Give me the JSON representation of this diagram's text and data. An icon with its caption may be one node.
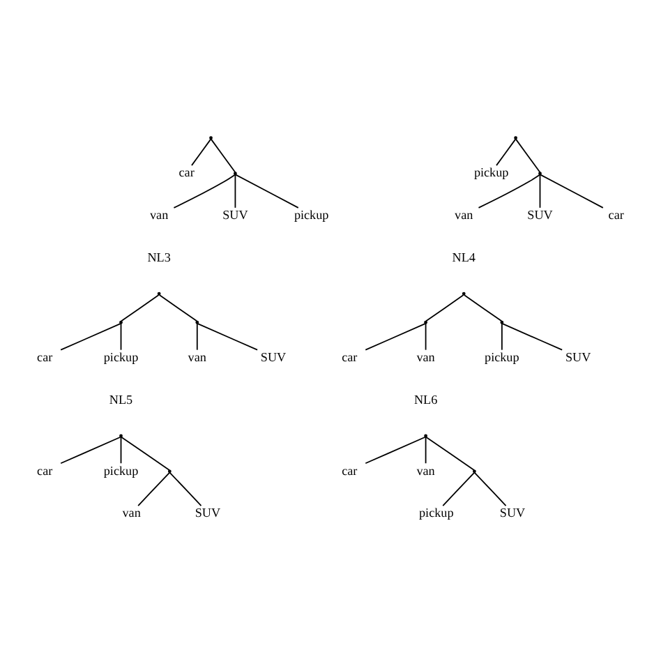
{
  "diagram": {
    "nodes": [
      {
        "text": [],
        "shape": "point"
      },
      {
        "text": [
          "car"
        ]
      },
      {
        "text": [],
        "shape": "point"
      },
      {
        "text": [
          "van"
        ]
      },
      {
        "text": [
          "SUV"
        ]
      },
      {
        "text": [
          "pickup"
        ]
      },
      {
        "text": [],
        "shape": "point"
      },
      {
        "text": [
          "pickup"
        ]
      },
      {
        "text": [],
        "shape": "point"
      },
      {
        "text": [
          "van"
        ]
      },
      {
        "text": [
          "SUV"
        ]
      },
      {
        "text": [
          "car"
        ]
      },
      {
        "text": [],
        "shape": "point",
        "beside": [
          "NL3"
        ]
      },
      {
        "text": [],
        "shape": "point"
      },
      {
        "text": [],
        "shape": "point"
      },
      {
        "text": [
          "car"
        ]
      },
      {
        "text": [
          "pickup"
        ]
      },
      {
        "text": [
          "van"
        ]
      },
      {
        "text": [
          "SUV"
        ]
      },
      {
        "text": [],
        "shape": "point",
        "beside": [
          "NL4"
        ]
      },
      {
        "text": [],
        "shape": "point"
      },
      {
        "text": [],
        "shape": "point"
      },
      {
        "text": [
          "car"
        ]
      },
      {
        "text": [
          "van"
        ]
      },
      {
        "text": [
          "pickup"
        ]
      },
      {
        "text": [
          "SUV"
        ]
      },
      {
        "text": [],
        "shape": "point",
        "beside": [
          "NL5"
        ]
      },
      {
        "text": [
          "car"
        ]
      },
      {
        "text": [
          "pickup"
        ]
      },
      {
        "text": [],
        "shape": "point"
      },
      {
        "text": [
          "van"
        ]
      },
      {
        "text": [
          "SUV"
        ]
      },
      {
        "text": [],
        "shape": "point",
        "beside": [
          "NL6"
        ]
      },
      {
        "text": [
          "car"
        ]
      },
      {
        "text": [
          "van"
        ]
      },
      {
        "text": [],
        "shape": "point"
      },
      {
        "text": [
          "pickup"
        ]
      },
      {
        "text": [
          "SUV"
        ]
      }
    ],
    "edges": [
      {
        "from": 0,
        "to": 1,
        "arrow": "none"
      },
      {
        "from": 0,
        "to": 2,
        "arrow": "none"
      },
      {
        "from": 2,
        "to": 3,
        "arrow": "none"
      },
      {
        "from": 2,
        "to": 4,
        "arrow": "none"
      },
      {
        "from": 2,
        "to": 5,
        "arrow": "none"
      },
      {
        "from": 6,
        "to": 7,
        "arrow": "none"
      },
      {
        "from": 6,
        "to": 8,
        "arrow": "none"
      },
      {
        "from": 8,
        "to": 9,
        "arrow": "none"
      },
      {
        "from": 8,
        "to": 10,
        "arrow": "none"
      },
      {
        "from": 8,
        "to": 11,
        "arrow": "none"
      },
      {
        "from": 12,
        "to": 13,
        "arrow": "none"
      },
      {
        "from": 12,
        "to": 14,
        "arrow": "none"
      },
      {
        "from": 13,
        "to": 15,
        "arrow": "none"
      },
      {
        "from": 13,
        "to": 16,
        "arrow": "none"
      },
      {
        "from": 14,
        "to": 17,
        "arrow": "none"
      },
      {
        "from": 14,
        "to": 18,
        "arrow": "none"
      },
      {
        "from": 19,
        "to": 20,
        "arrow": "none"
      },
      {
        "from": 19,
        "to": 21,
        "arrow": "none"
      },
      {
        "from": 20,
        "to": 22,
        "arrow": "none"
      },
      {
        "from": 20,
        "to": 23,
        "arrow": "none"
      },
      {
        "from": 21,
        "to": 24,
        "arrow": "none"
      },
      {
        "from": 21,
        "to": 25,
        "arrow": "none"
      },
      {
        "from": 26,
        "to": 27,
        "arrow": "none"
      },
      {
        "from": 26,
        "to": 28,
        "arrow": "none"
      },
      {
        "from": 26,
        "to": 29,
        "arrow": "none"
      },
      {
        "from": 29,
        "to": 30,
        "arrow": "none"
      },
      {
        "from": 29,
        "to": 31,
        "arrow": "none"
      },
      {
        "from": 32,
        "to": 33,
        "arrow": "none"
      },
      {
        "from": 32,
        "to": 34,
        "arrow": "none"
      },
      {
        "from": 32,
        "to": 35,
        "arrow": "none"
      },
      {
        "from": 35,
        "to": 36,
        "arrow": "none"
      },
      {
        "from": 35,
        "to": 37,
        "arrow": "none"
      }
    ]
  }
}
